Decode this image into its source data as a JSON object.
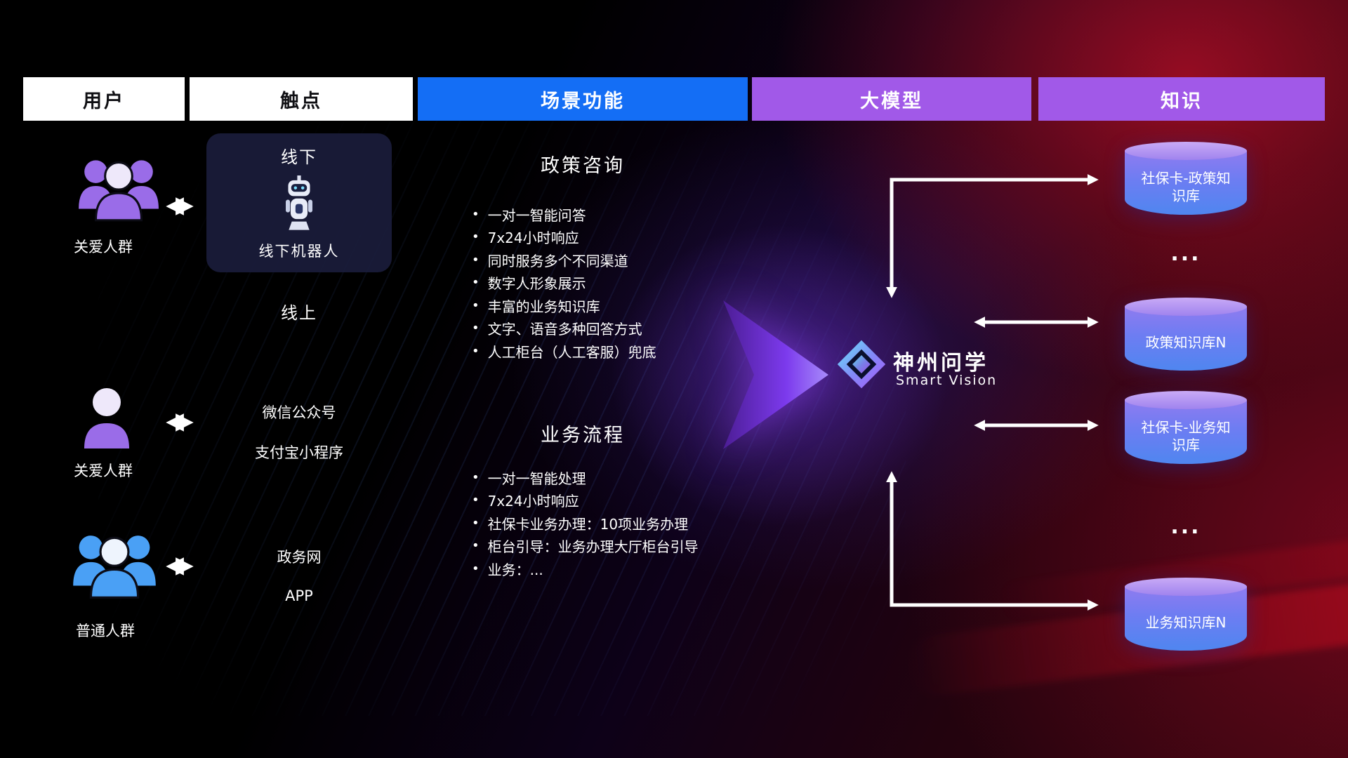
{
  "header": {
    "columns": [
      {
        "label": "用户"
      },
      {
        "label": "触点"
      },
      {
        "label": "场景功能"
      },
      {
        "label": "大模型"
      },
      {
        "label": "知识"
      }
    ]
  },
  "users": [
    {
      "label": "关爱人群",
      "icon": "group-purple"
    },
    {
      "label": "关爱人群",
      "icon": "person-purple"
    },
    {
      "label": "普通人群",
      "icon": "group-blue"
    }
  ],
  "touchpoints": {
    "offline_title": "线下",
    "offline_device": "线下机器人",
    "online_title": "线上",
    "channels": [
      "微信公众号",
      "支付宝小程序",
      "政务网",
      "APP"
    ]
  },
  "scenes": [
    {
      "title": "政策咨询",
      "items": [
        "一对一智能问答",
        "7x24小时响应",
        "同时服务多个不同渠道",
        "数字人形象展示",
        "丰富的业务知识库",
        "文字、语音多种回答方式",
        "人工柜台（人工客服）兜底"
      ]
    },
    {
      "title": "业务流程",
      "items": [
        "一对一智能处理",
        "7x24小时响应",
        "社保卡业务办理：10项业务办理",
        "柜台引导：业务办理大厅柜台引导",
        "业务：..."
      ]
    }
  ],
  "model": {
    "name": "神州问学",
    "subtitle": "Smart Vision"
  },
  "knowledge": {
    "items": [
      "社保卡-政策知识库",
      "政策知识库N",
      "社保卡-业务知识库",
      "业务知识库N"
    ],
    "ellipsis": "..."
  },
  "colors": {
    "header_blue": "#146ef5",
    "header_purple": "#a159e8",
    "user_purple": "#9a6ce8",
    "user_blue": "#4aa0f5",
    "cylinder_top": "#b996f2",
    "cylinder_bottom": "#4f86f0",
    "big_arrow_purple": "#7c3aed",
    "connector_white": "#ffffff"
  }
}
